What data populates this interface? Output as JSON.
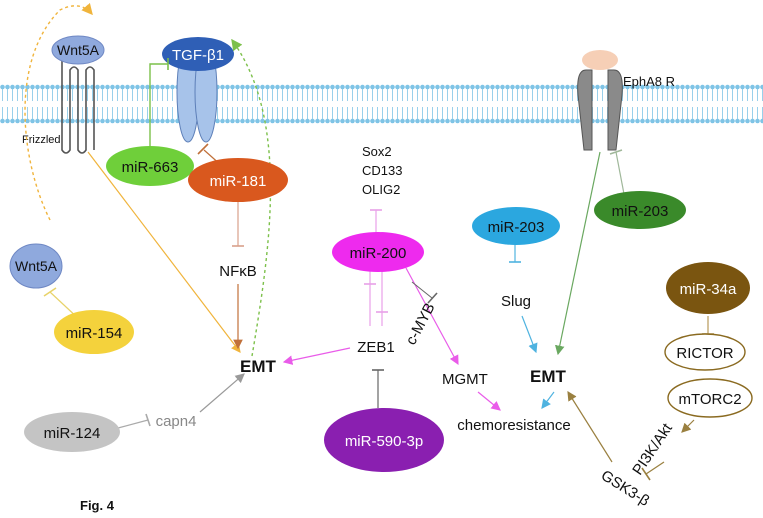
{
  "membrane": {
    "color": "#7fc4e6"
  },
  "receptors": {
    "wnt5a_top": "Wnt5A",
    "frizzled": "Frizzled",
    "tgfb1": "TGF-β1",
    "epha8": "EphA8 R",
    "wnt5a_left": "Wnt5A"
  },
  "mirnas": {
    "mir663": {
      "label": "miR-663",
      "color": "#6fcf3a"
    },
    "mir181": {
      "label": "miR-181",
      "color": "#d9581e"
    },
    "mir200": {
      "label": "miR-200",
      "color": "#ee2aee"
    },
    "mir203a": {
      "label": "miR-203",
      "color": "#2ba7df"
    },
    "mir203b": {
      "label": "miR-203",
      "color": "#3a8a2a"
    },
    "mir34a": {
      "label": "miR-34a",
      "color": "#7a5510"
    },
    "mir154": {
      "label": "miR-154",
      "color": "#f4d23c"
    },
    "mir124": {
      "label": "miR-124",
      "color": "#c4c4c4"
    },
    "mir590": {
      "label": "miR-590-3p",
      "color": "#8a1fb0"
    }
  },
  "factors": {
    "sox2": "Sox2",
    "cd133": "CD133",
    "olig2": "OLIG2",
    "nfkb": "NFκB",
    "zeb1": "ZEB1",
    "cmyb": "c-MYB",
    "mgmt": "MGMT",
    "slug": "Slug",
    "capn4": "capn4",
    "rictor": "RICTOR",
    "mtorc2": "mTORC2",
    "pi3k": "PI3K/Akt",
    "gsk3b": "GSK3-β",
    "emt_left": "EMT",
    "emt_right": "EMT",
    "chemo": "chemoresistance"
  },
  "caption": "Fig. 4"
}
